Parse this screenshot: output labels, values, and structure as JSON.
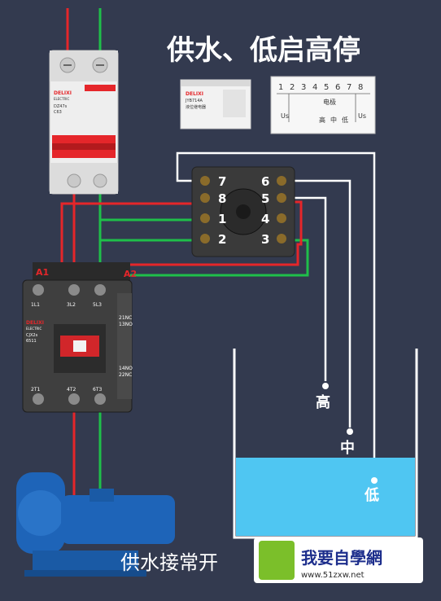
{
  "title": "供水、低启高停",
  "relay_label": {
    "brand": "DELIXI",
    "model": "JYB714A",
    "name": "液位继电器"
  },
  "pin_diagram": {
    "numbers": [
      "1",
      "2",
      "3",
      "4",
      "5",
      "6",
      "7",
      "8"
    ],
    "left_label": "Us",
    "right_label": "Us",
    "electrode_label": "电极",
    "electrode_levels": [
      "高",
      "中",
      "低"
    ]
  },
  "socket_pins": {
    "top_left": "7",
    "top_right": "6",
    "row2_left": "8",
    "row2_right": "5",
    "row3_left": "1",
    "row3_right": "4",
    "bottom_left": "2",
    "bottom_right": "3"
  },
  "breaker": {
    "brand": "DELIXI",
    "sub": "ELECTRIC",
    "model": "DZ47s",
    "rating": "C63"
  },
  "contactor": {
    "brand": "DELIXI",
    "sub": "ELECTRIC",
    "model": "CJX2s",
    "rating": "6511",
    "terminals_top": [
      "1L1",
      "3L2",
      "5L3"
    ],
    "terminals_bottom": [
      "2T1",
      "4T2",
      "6T3"
    ],
    "aux_top": [
      "21NC",
      "13NO"
    ],
    "aux_bottom": [
      "14NO",
      "22NC"
    ],
    "coil_a1": "A1",
    "coil_a2": "A2"
  },
  "tank_labels": {
    "high": "高",
    "mid": "中",
    "low": "低"
  },
  "caption": "供水接常开",
  "watermark": {
    "name": "我要自學網",
    "url": "www.51zxw.net"
  },
  "colors": {
    "background": "#333a4f",
    "red_wire": "#e5262a",
    "green_wire": "#1fbf4a",
    "white_wire": "#ffffff",
    "water": "#4fc6f2",
    "pump": "#1e64b8"
  }
}
